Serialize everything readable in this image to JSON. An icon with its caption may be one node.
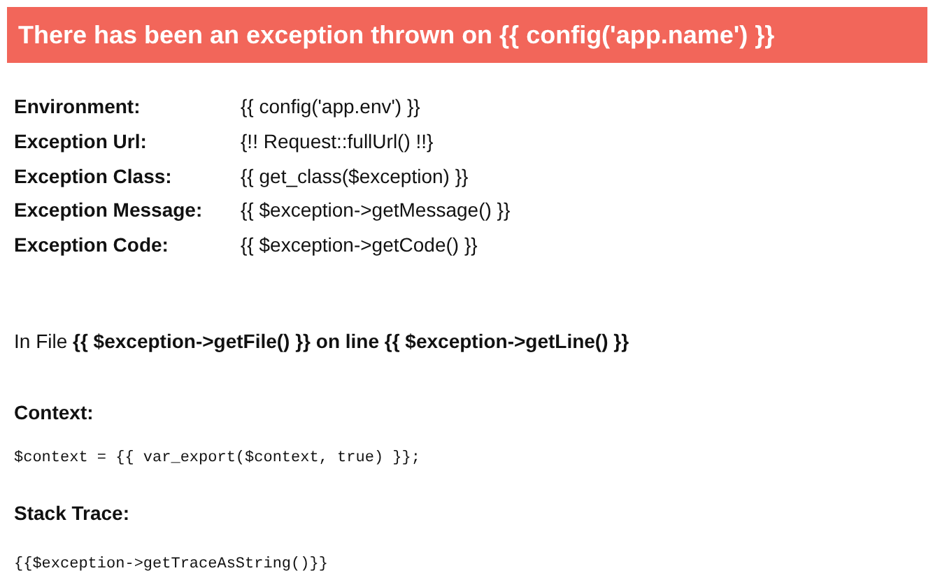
{
  "diagram": {
    "title": "There has been an exception thrown on {{ config('app.name') }}",
    "labels": [
      "Environment:",
      "{{ config('app.env') }}",
      "Exception Url:",
      "{!! Request::fullUrl() !!}",
      "Exception Class:",
      "{{ get_class($exception) }}",
      "Exception Message:",
      "{{ $exception->getMessage() }}",
      "Exception Code:",
      "{{ $exception->getCode() }}",
      "In File **{{ $exception->getFile() }} on line {{ $exception->getLine() }}**",
      "Context:",
      "$context = {{ var_export($context, true) }};",
      "Stack Trace:",
      "{{$exception->getTraceAsString()}}"
    ]
  }
}
